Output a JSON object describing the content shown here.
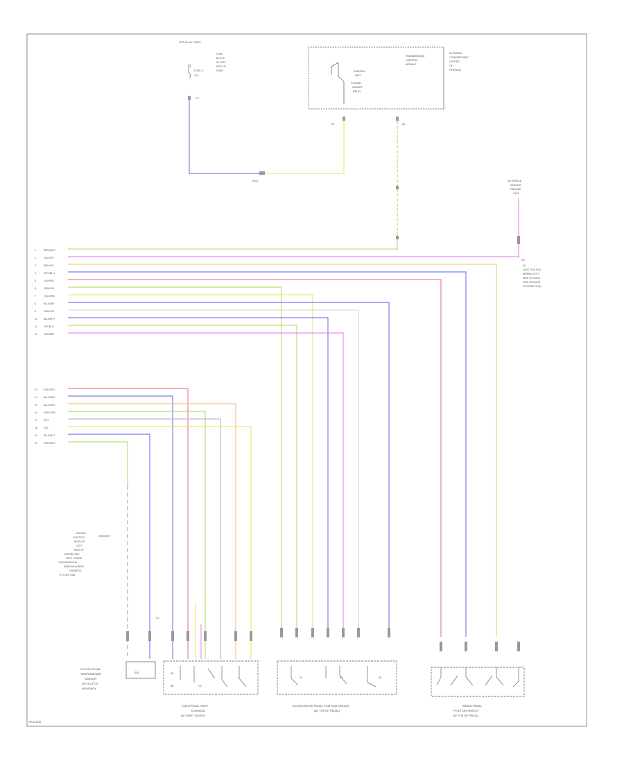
{
  "fuse": {
    "title": "HOT AT ALL TIMES",
    "lines": [
      "FUSE",
      "BLOCK",
      "AT LEFT",
      "SIDE OF",
      "DASH"
    ],
    "fuse_label": "FUSE 4",
    "fuse_rating": "10A",
    "pin": "C2"
  },
  "module_top": {
    "inner": [
      "CONTROL",
      "UNIT",
      "CLOSED",
      "CIRCUIT",
      "RELAY"
    ],
    "side": [
      "TRANSMISSION",
      "CONTROL",
      "MODULE"
    ],
    "right": [
      "IN ENGINE",
      "COMPARTMENT",
      "CENTER",
      "OF",
      "FIREWALL"
    ],
    "pins": [
      "A1",
      "A2"
    ]
  },
  "splice": {
    "label": "S101"
  },
  "sensor_ground": {
    "lines": [
      "INTERFACE",
      "SENSOR",
      "GROUND",
      "G101"
    ],
    "note": [
      "IN",
      "JUNCTION BOX",
      "BEHIND LEFT",
      "SIDE OF DASH",
      "(SEE GROUND",
      "DISTRIBUTION)"
    ],
    "pin": "G3"
  },
  "harness_1": {
    "wires": [
      {
        "num": "1",
        "label": "BRN/WHT"
      },
      {
        "num": "2",
        "label": "VIO/GRY"
      },
      {
        "num": "3",
        "label": "BRN/YEL"
      },
      {
        "num": "4",
        "label": "GRY/BLU"
      },
      {
        "num": "5",
        "label": "VIO/RED"
      },
      {
        "num": "6",
        "label": "GRN/YEL"
      },
      {
        "num": "7",
        "label": "YEL/GRN"
      },
      {
        "num": "8",
        "label": "BLU/GRY"
      },
      {
        "num": "9",
        "label": "GRN/VIO"
      },
      {
        "num": "10",
        "label": "BLU/WHT"
      },
      {
        "num": "11",
        "label": "YEL/BLK"
      },
      {
        "num": "12",
        "label": "VIO/BRN"
      }
    ]
  },
  "harness_2": {
    "wires": [
      {
        "num": "13",
        "label": "RED/GRY"
      },
      {
        "num": "14",
        "label": "BLU/GRN"
      },
      {
        "num": "15",
        "label": "BLU/ORG"
      },
      {
        "num": "16",
        "label": "GRN/ORG"
      },
      {
        "num": "17",
        "label": "GRY"
      },
      {
        "num": "18",
        "label": "YEL"
      },
      {
        "num": "19",
        "label": "BLU/WHT"
      },
      {
        "num": "20",
        "label": "GRN/WHT"
      }
    ]
  },
  "ground_note": {
    "lines": [
      "ENGINE",
      "CONTROL",
      "MODULE"
    ],
    "wire": "GRN/WHT",
    "note": [
      "LEFT",
      "SIDE OF",
      "ENGINE BAY",
      "WITH LOWER",
      "TRANSMISSION",
      "SENSOR WIRING",
      "HARNESS",
      "TO FUEL RAIL"
    ],
    "pin": "C1"
  },
  "comp_A": {
    "inner": [
      "SOL"
    ],
    "caption": [
      "CLUTCH FLUID",
      "TEMPERATURE",
      "SENSOR",
      "(IN CLUTCH",
      "HOUSING)"
    ]
  },
  "comp_B": {
    "inner": [
      "A0",
      "B0",
      "C0"
    ],
    "caption": [
      "ELECTRONIC SHIFT",
      "SOLENOID",
      "(AT SHIFT LEVER)"
    ]
  },
  "comp_C": {
    "inner": [
      "S1",
      "S2",
      "S3"
    ],
    "caption": [
      "ACCELERATOR PEDAL POSITION SENSOR",
      "(AT TOP OF PEDAL)"
    ]
  },
  "comp_D": {
    "caption": [
      "BRAKE PEDAL",
      "POSITION SWITCH",
      "(AT TOP OF PEDAL)"
    ]
  },
  "footer": {
    "code": "W0123456"
  },
  "colors": {
    "brown": "#d8c98a",
    "violet": "#f08af0",
    "red": "#f27c9a",
    "blue": "#7b7bf0",
    "green": "#b8e06a",
    "yellow": "#eaea6a",
    "orange": "#f2c28a",
    "gray": "#bfbfbf",
    "white": "#dcdcdc"
  }
}
